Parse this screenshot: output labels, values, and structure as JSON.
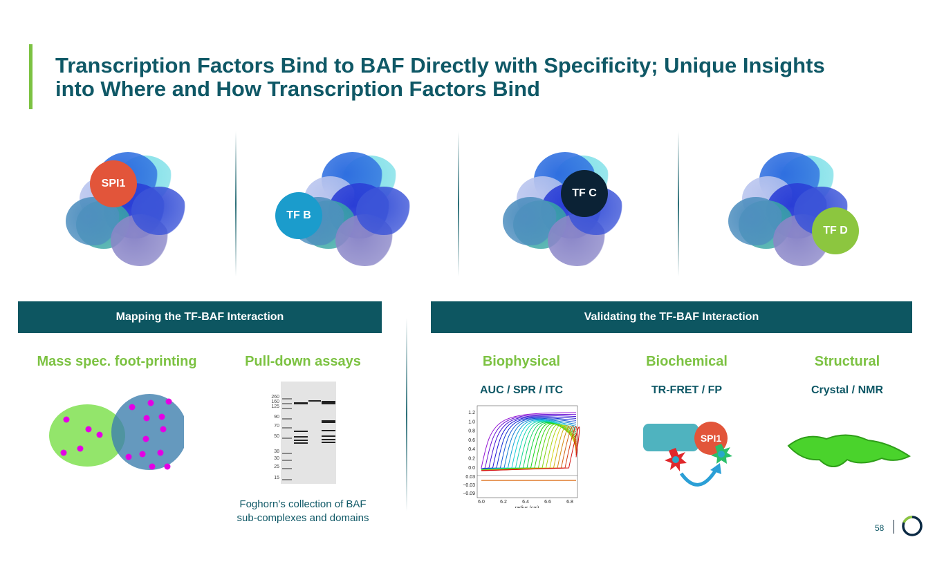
{
  "title": "Transcription Factors Bind to BAF Directly with Specificity; Unique Insights into Where and How Transcription Factors Bind",
  "tf_labels": [
    "SPI1",
    "TF B",
    "TF C",
    "TF D"
  ],
  "colors": {
    "spi1": "#e2553a",
    "tfb": "#1b9ccc",
    "tfc": "#0b2235",
    "tfd": "#8cc63f",
    "accent": "#7cc242",
    "banner": "#0d5661"
  },
  "left_banner": "Mapping the TF-BAF Interaction",
  "right_banner": "Validating the TF-BAF Interaction",
  "methods": [
    {
      "heading": "Mass spec. foot-printing"
    },
    {
      "heading": "Pull-down assays",
      "caption_line1": "Foghorn’s collection of BAF",
      "caption_line2": "sub-complexes and domains"
    },
    {
      "heading": "Biophysical",
      "sub": "AUC / SPR / ITC"
    },
    {
      "heading": "Biochemical",
      "sub": "TR-FRET / FP",
      "label": "SPI1"
    },
    {
      "heading": "Structural",
      "sub": "Crystal / NMR"
    }
  ],
  "gel_markers": [
    "260",
    "160",
    "125",
    "90",
    "70",
    "50",
    "38",
    "30",
    "25",
    "15"
  ],
  "auc_plot": {
    "y_ticks": [
      "1.2",
      "1.0",
      "0.8",
      "0.6",
      "0.4",
      "0.2",
      "0.0"
    ],
    "resid_ticks": [
      "0.03",
      "−0.03",
      "−0.09"
    ],
    "x_ticks": [
      "6.0",
      "6.2",
      "6.4",
      "6.6",
      "6.8"
    ],
    "xlabel": "radius (cm)"
  },
  "page_number": "58"
}
